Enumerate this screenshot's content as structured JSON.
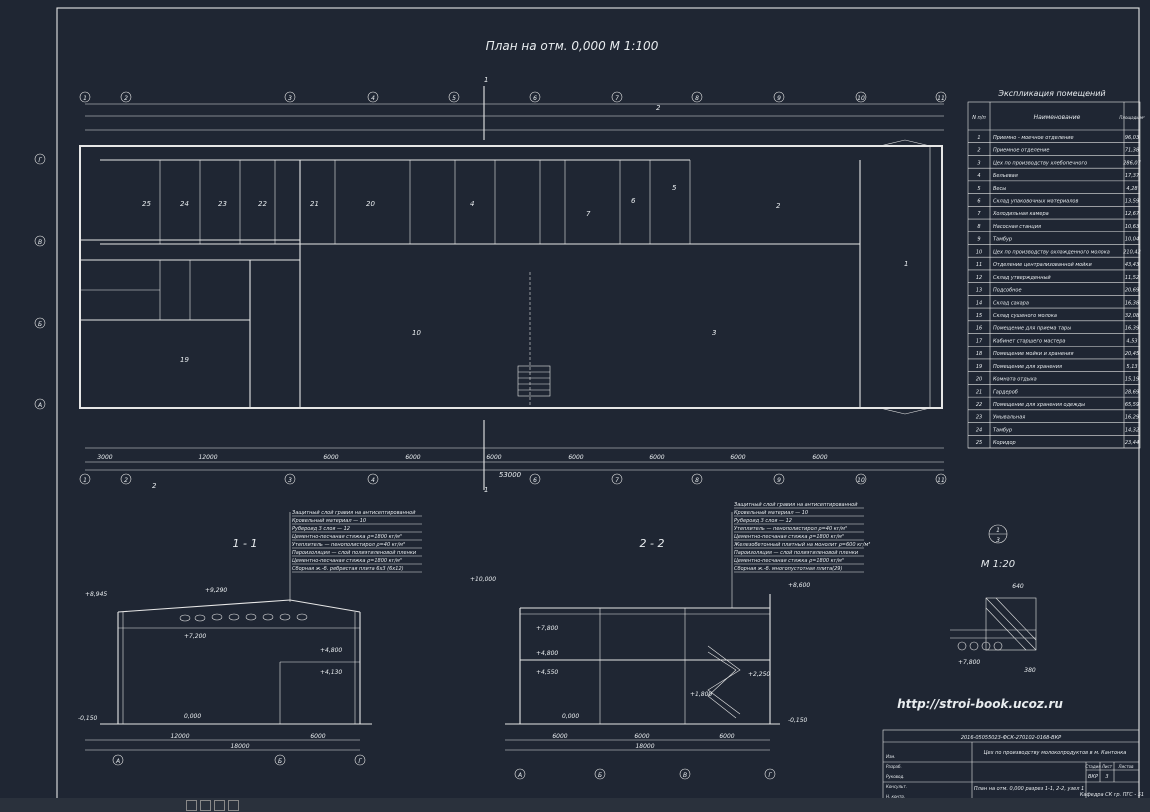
{
  "plan": {
    "title": "План на отм. 0,000   М 1:100",
    "axis_letters_top": [
      "1",
      "2",
      "3",
      "4",
      "5",
      "6",
      "7",
      "8",
      "9",
      "10",
      "11"
    ],
    "axis_letters_left": [
      "Г",
      "В",
      "Б",
      "А"
    ],
    "overall_dim": "53000",
    "dims_bottom": [
      "3000",
      "12000",
      "6000",
      "6000",
      "6000",
      "6000",
      "6000",
      "6000",
      "6000"
    ],
    "room_numbers": [
      "10",
      "3",
      "1",
      "2",
      "25",
      "24",
      "23",
      "22",
      "21",
      "20",
      "19",
      "7",
      "6",
      "5",
      "4"
    ],
    "section_marks": [
      "1",
      "2",
      "2",
      "1"
    ]
  },
  "explication": {
    "title": "Экспликация помещений",
    "headers": [
      "N п/п",
      "Наименование",
      "Площадь м²"
    ],
    "rows": [
      [
        "1",
        "Приемно - моечное отделение",
        "96,03"
      ],
      [
        "2",
        "Приемное отделение",
        "71,38"
      ],
      [
        "3",
        "Цех по производству хлебопечного",
        "286,07"
      ],
      [
        "4",
        "Бельевая",
        "17,37"
      ],
      [
        "5",
        "Весы",
        "4,28"
      ],
      [
        "6",
        "Склад упаковочных материалов",
        "13,59"
      ],
      [
        "7",
        "Холодильная камера",
        "12,67"
      ],
      [
        "8",
        "Насосная станция",
        "10,63"
      ],
      [
        "9",
        "Тамбур",
        "10,04"
      ],
      [
        "10",
        "Цех по производству охлажденного молока",
        "210,42"
      ],
      [
        "11",
        "Отделение централизованной мойки",
        "43,43"
      ],
      [
        "12",
        "Склад утвержденный",
        "11,52"
      ],
      [
        "13",
        "Подсобное",
        "20,69"
      ],
      [
        "14",
        "Склад сахара",
        "16,38"
      ],
      [
        "15",
        "Склад сушеного молока",
        "32,08"
      ],
      [
        "16",
        "Помещение для приема тары",
        "16,39"
      ],
      [
        "17",
        "Кабинет старшего мастера",
        "4,53"
      ],
      [
        "18",
        "Помещение мойки и хранения",
        "20,45"
      ],
      [
        "19",
        "Помещение для хранения",
        "5,13"
      ],
      [
        "20",
        "Комната отдыха",
        "15,19"
      ],
      [
        "21",
        "Гардероб",
        "28,69"
      ],
      [
        "22",
        "Помещение для хранения одежды",
        "65,59"
      ],
      [
        "23",
        "Умывальная",
        "16,29"
      ],
      [
        "24",
        "Тамбур",
        "14,32"
      ],
      [
        "25",
        "Коридор",
        "23,44"
      ]
    ]
  },
  "section11": {
    "title": "1 - 1",
    "layers": [
      "Защитный слой гравия на антисептированной",
      "Кровельный материал — 10",
      "Рубероид 3 слоя — 12",
      "Цементно-песчаная стяжка ρ=1800 кг/м³",
      "Утеплитель — пенополистирол ρ=40 кг/м³",
      "Пароизоляция — слой полиэтиленовой пленки",
      "Цементно-песчаная стяжка ρ=1800 кг/м³",
      "Сборная ж.-б. ребристая плита 6x3 (6x12)"
    ],
    "marks": [
      "+8,945",
      "+9,290",
      "+7,200",
      "+4,800",
      "+4,130",
      "0,000",
      "-0,150"
    ],
    "dims": [
      "12000",
      "6000",
      "18000"
    ],
    "axes": [
      "А",
      "Б",
      "Г"
    ]
  },
  "section22": {
    "title": "2 - 2",
    "layers": [
      "Защитный слой гравия на антисептированной",
      "Кровельный материал — 10",
      "Рубероид 3 слоя — 12",
      "Утеплитель — пенополистирол ρ=40 кг/м³",
      "Цементно-песчаная стяжка ρ=1800 кг/м³",
      "Железобетонный плитный на монолит ρ=600 кг/м³",
      "Пароизоляция — слой полиэтиленовой пленки",
      "Цементно-песчаная стяжка ρ=1800 кг/м³",
      "Сборная ж.-б. многопустотная плита(29)"
    ],
    "marks": [
      "+10,000",
      "+8,600",
      "+7,800",
      "+4,800",
      "+4,550",
      "+2,250",
      "+1,800",
      "0,000",
      "-0,150"
    ],
    "dims": [
      "6000",
      "6000",
      "6000",
      "18000"
    ],
    "axes": [
      "А",
      "Б",
      "В",
      "Г"
    ]
  },
  "node": {
    "marker": "1",
    "marker_sub": "3",
    "scale": "М 1:20",
    "dims": [
      "640",
      "380",
      "+7,800"
    ]
  },
  "website": "http://stroi-book.ucoz.ru",
  "title_block": {
    "code": "2016-05055023-ФСК-270102-0168-ВКР",
    "project": "Цех по производству молокопродуктов в м. Кантонка",
    "sheet_name": "План на отм. 0,000 разрез 1-1, 2-2, узел 1",
    "stage_label": "Стадия",
    "sheet_label": "Лист",
    "sheets_label": "Листов",
    "stage": "ВКР",
    "sheet": "3",
    "dept": "Кафедра СК гр. ПГС - 51",
    "roles": [
      "Изм.",
      "Разраб.",
      "Руковод.",
      "Консульт.",
      "Н. контр."
    ]
  },
  "colors": {
    "background": "#1f2633",
    "lines": "#e6e6e6",
    "text": "#e8ecef"
  }
}
